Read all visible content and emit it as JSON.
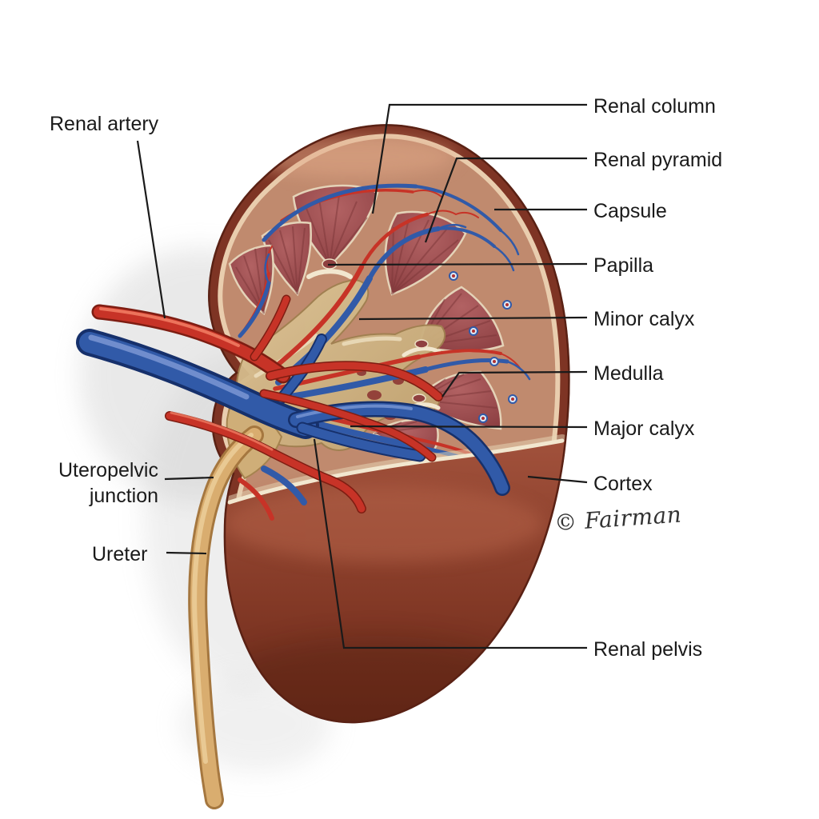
{
  "labels": {
    "right": [
      {
        "id": "renal-column",
        "text": "Renal column"
      },
      {
        "id": "renal-pyramid",
        "text": "Renal pyramid"
      },
      {
        "id": "capsule",
        "text": "Capsule"
      },
      {
        "id": "papilla",
        "text": "Papilla"
      },
      {
        "id": "minor-calyx",
        "text": "Minor calyx"
      },
      {
        "id": "medulla",
        "text": "Medulla"
      },
      {
        "id": "major-calyx",
        "text": "Major calyx"
      },
      {
        "id": "cortex",
        "text": "Cortex"
      },
      {
        "id": "renal-pelvis",
        "text": "Renal pelvis"
      }
    ],
    "left": [
      {
        "id": "renal-artery",
        "text": "Renal artery"
      },
      {
        "id": "uteropelvic-junction",
        "text": "Uteropelvic junction"
      },
      {
        "id": "ureter",
        "text": "Ureter"
      }
    ]
  },
  "signature": "© Fairman",
  "colors": {
    "artery-red": "#c73327",
    "artery-dark": "#7e1d12",
    "vein-blue": "#315aa8",
    "vein-dark": "#16306b",
    "ureter-tan": "#d9ad6f",
    "cortex-tan": "#c08a6e",
    "pyramid-rose": "#8c3f42",
    "pelvis-fat-tan": "#d2ba8c",
    "capsule-brown": "#7e3424",
    "label-ink": "#1a1a1a",
    "background": "#ffffff"
  }
}
